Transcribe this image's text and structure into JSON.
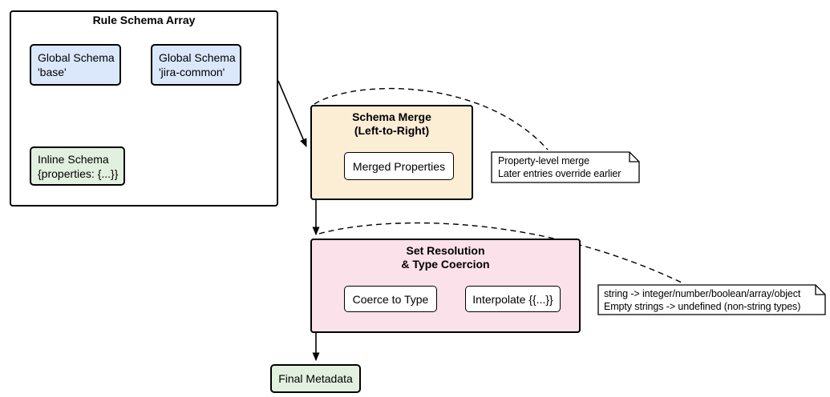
{
  "diagram": {
    "container": {
      "title": "Rule Schema Array"
    },
    "nodes": {
      "global_base": {
        "line1": "Global Schema",
        "line2": "'base'"
      },
      "global_jira": {
        "line1": "Global Schema",
        "line2": "'jira-common'"
      },
      "inline_schema": {
        "line1": "Inline Schema",
        "line2": "{properties: {...}}"
      },
      "schema_merge": {
        "title_line1": "Schema Merge",
        "title_line2": "(Left-to-Right)"
      },
      "merged_properties": {
        "label": "Merged Properties"
      },
      "set_resolution": {
        "title_line1": "Set Resolution",
        "title_line2": "& Type Coercion"
      },
      "coerce_to_type": {
        "label": "Coerce to Type"
      },
      "interpolate": {
        "label": "Interpolate {{...}}"
      },
      "final_metadata": {
        "label": "Final Metadata"
      }
    },
    "notes": {
      "merge_note": {
        "line1": "Property-level merge",
        "line2": "Later entries override earlier"
      },
      "coercion_note": {
        "line1": "string -> integer/number/boolean/array/object",
        "line2": "Empty strings -> undefined (non-string types)"
      }
    },
    "colors": {
      "blue_fill": "#dbe8fc",
      "green_fill": "#e2f0df",
      "cream_fill": "#fcedd5",
      "pink_fill": "#fbe1ea",
      "white_fill": "#ffffff",
      "border": "#000000"
    }
  }
}
